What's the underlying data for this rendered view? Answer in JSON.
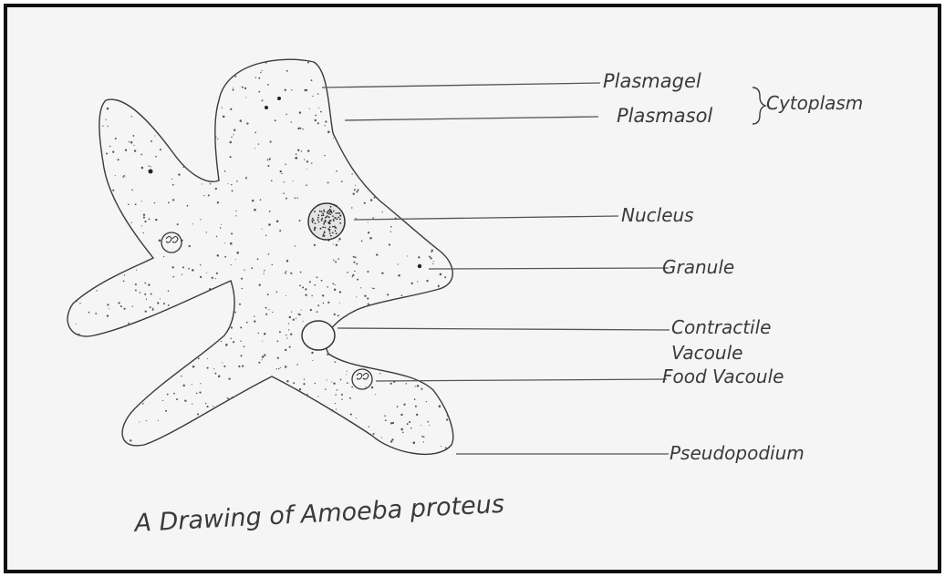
{
  "labels": {
    "plasmagel": "Plasmagel",
    "plasmasol": "Plasmasol",
    "cytoplasm": "Cytoplasm",
    "nucleus": "Nucleus",
    "granule": "Granule",
    "contractile_1": "Contractile",
    "contractile_2": "Vacoule",
    "food_vacuole": "Food Vacoule",
    "pseudopodium": "Pseudopodium"
  },
  "caption": "A Drawing of Amoeba proteus"
}
